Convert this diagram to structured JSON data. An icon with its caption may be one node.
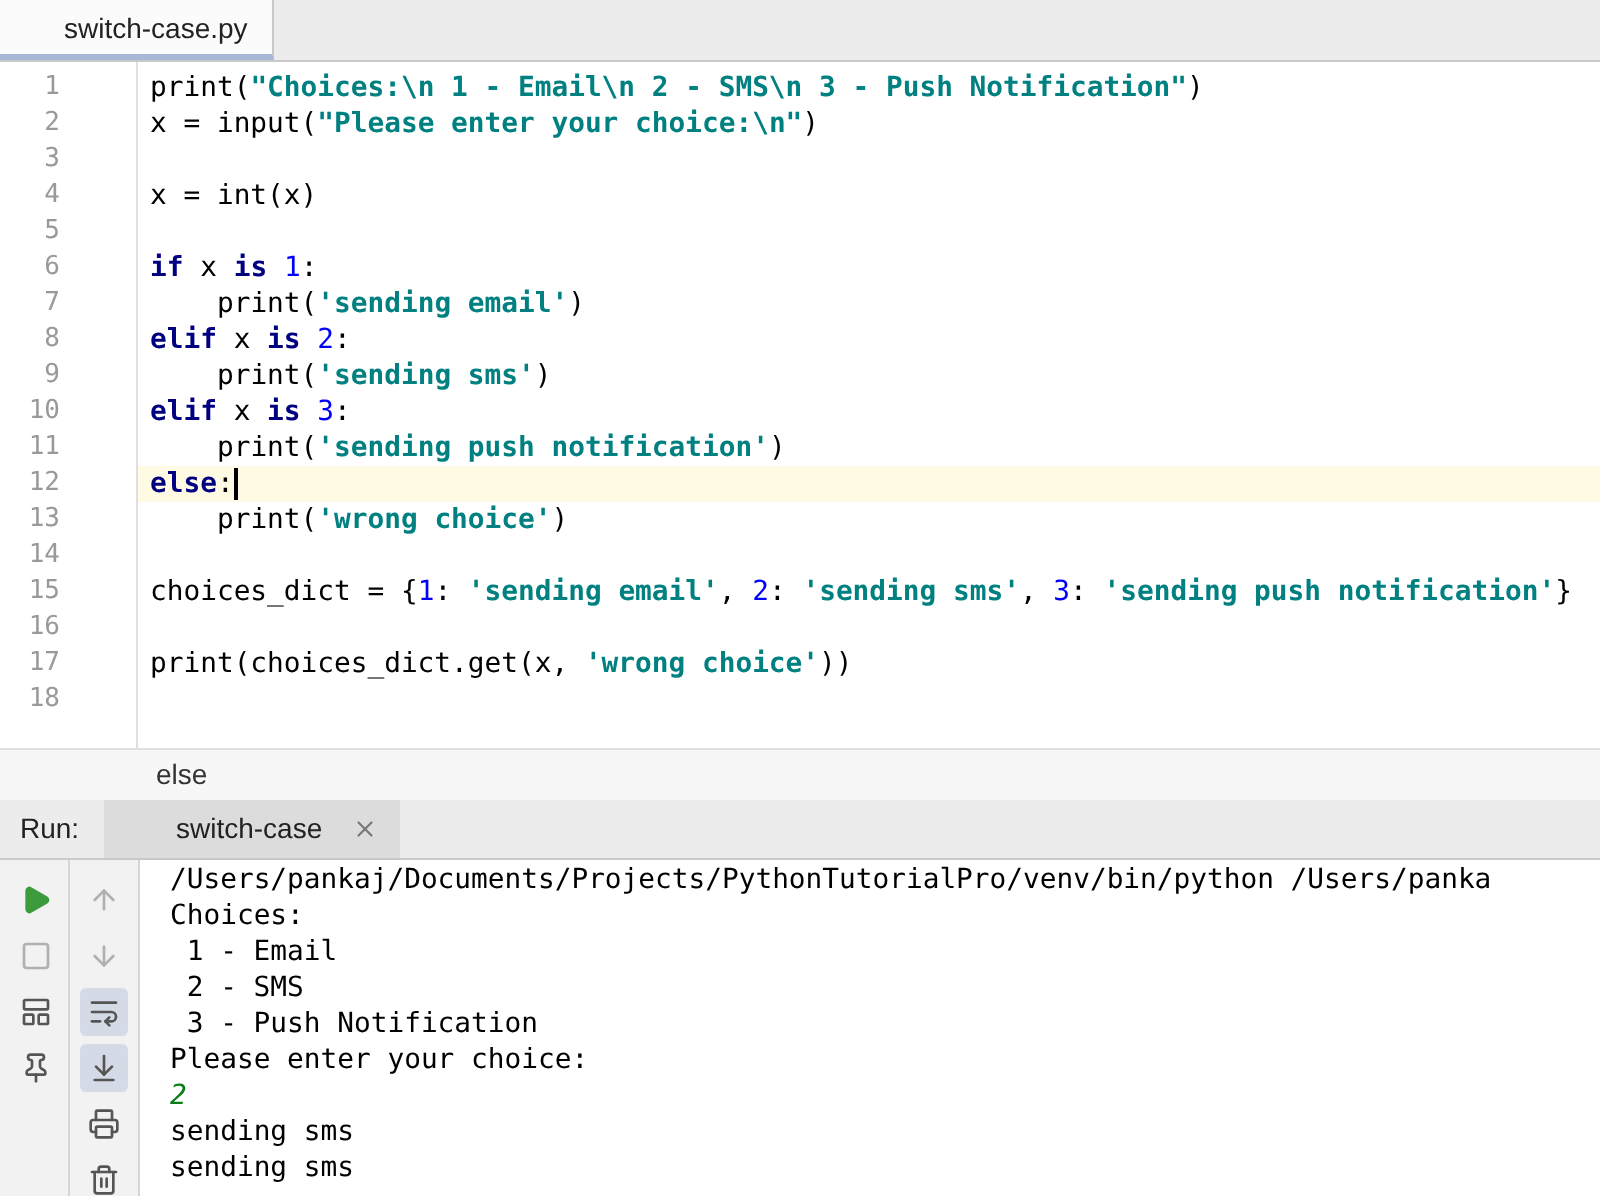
{
  "diagram": {
    "labels": [
      "switch-case.py",
      "1",
      "print(\"Choices:\\n 1 - Email\\n 2 - SMS\\n 3 - Push Notification\")",
      "2",
      "x = input(\"Please enter your choice:\\n\")",
      "3",
      "4",
      "x = int(x)",
      "5",
      "6",
      "**if** x **is** 1:",
      "7",
      "print('sending email')",
      "8",
      "**elif** x **is** 2:",
      "9",
      "print('sending sms')",
      "10",
      "**elif** x **is** 3:",
      "11",
      "print('sending push notification')",
      "12",
      "**else**:",
      "13",
      "print('wrong choice')",
      "14",
      "15",
      "choices_dict = {1: 'sending email', 2: 'sending sms', 3: 'sending push notification'}",
      "16",
      "17",
      "print(choices_dict.get(x, 'wrong choice'))",
      "18",
      "else",
      "Run:",
      "switch-case",
      "/Users/pankaj/Documents/Projects/PythonTutorialPro/venv/bin/python /Users/panka",
      "Choices:",
      "1 - Email",
      "2 - SMS",
      "3 - Push Notification",
      "Please enter your choice:",
      "2",
      "sending sms",
      "sending sms"
    ]
  }
}
